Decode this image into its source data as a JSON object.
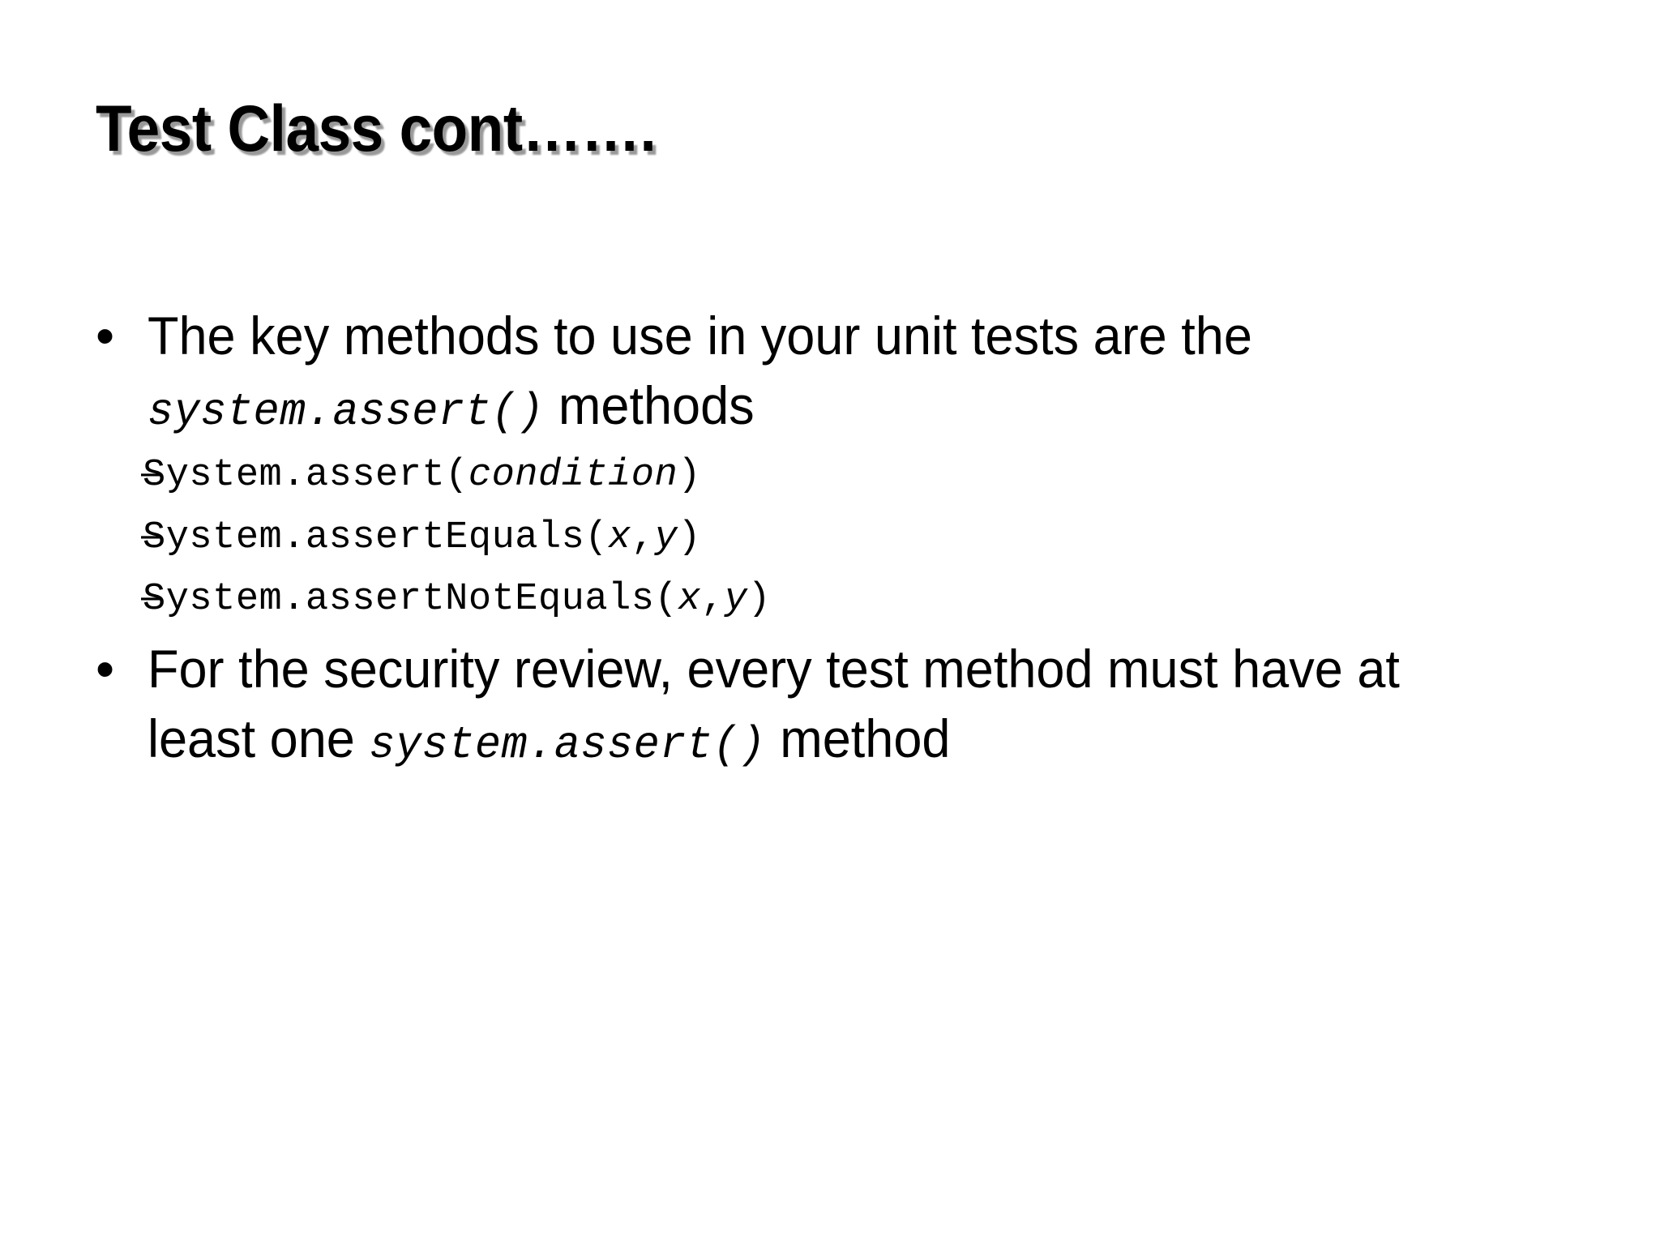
{
  "slide": {
    "background_color": "#ffffff",
    "text_color": "#000000",
    "title": "Test Class cont…….",
    "title_shadow_color": "#666666",
    "bullets": [
      {
        "marker": "•",
        "level": 1,
        "segments": [
          {
            "text": "The key methods to use in your unit tests are the ",
            "style": "plain"
          },
          {
            "text": "system.assert()",
            "style": "code-italic"
          },
          {
            "text": "  methods",
            "style": "plain"
          }
        ],
        "sub_bullets": [
          {
            "marker": "–",
            "level": 2,
            "segments": [
              {
                "text": "System.assert(",
                "style": "code"
              },
              {
                "text": "condition",
                "style": "code-italic"
              },
              {
                "text": ")",
                "style": "code"
              }
            ]
          },
          {
            "marker": "–",
            "level": 2,
            "segments": [
              {
                "text": "System.assertEquals(",
                "style": "code"
              },
              {
                "text": "x",
                "style": "code-italic"
              },
              {
                "text": ",",
                "style": "code"
              },
              {
                "text": "y",
                "style": "code-italic"
              },
              {
                "text": ")",
                "style": "code"
              }
            ]
          },
          {
            "marker": "–",
            "level": 2,
            "segments": [
              {
                "text": "System.assertNotEquals(",
                "style": "code"
              },
              {
                "text": "x",
                "style": "code-italic"
              },
              {
                "text": ",",
                "style": "code"
              },
              {
                "text": "y",
                "style": "code-italic"
              },
              {
                "text": ")",
                "style": "code"
              }
            ]
          }
        ]
      },
      {
        "marker": "•",
        "level": 1,
        "segments": [
          {
            "text": "For the security review, every test method must have at least one ",
            "style": "plain"
          },
          {
            "text": "system.assert()",
            "style": "code-italic"
          },
          {
            "text": " method",
            "style": "plain"
          }
        ],
        "sub_bullets": []
      }
    ]
  }
}
